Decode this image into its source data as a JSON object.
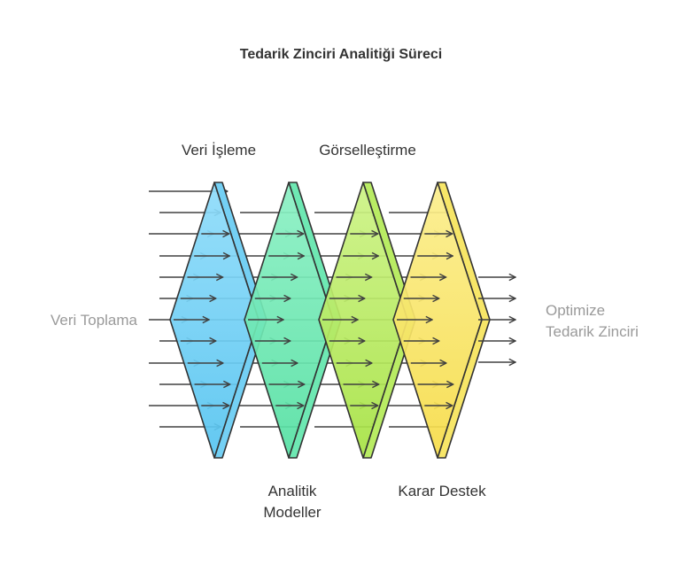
{
  "title": "Tedarik Zinciri Analitiği Süreci",
  "input_label": "Veri Toplama",
  "output_label": {
    "line1": "Optimize",
    "line2": "Tedarik Zinciri"
  },
  "stages": [
    {
      "label": [
        "Veri İşleme"
      ],
      "label_position": "top",
      "color": "#74d0f4",
      "color_light": "#a9e6fb"
    },
    {
      "label": [
        "Analitik",
        "Modeller"
      ],
      "label_position": "bottom",
      "color": "#6ee8b3",
      "color_light": "#a4f3d2"
    },
    {
      "label": [
        "Görselleştirme"
      ],
      "label_position": "top",
      "color": "#b9ec64",
      "color_light": "#d6f69b"
    },
    {
      "label": [
        "Karar Destek"
      ],
      "label_position": "bottom",
      "color": "#f7e668",
      "color_light": "#fbf0a5"
    }
  ],
  "colors": {
    "arrow": "#404040",
    "outline": "#333333",
    "title": "#333333",
    "muted_text": "#9a9a9a"
  }
}
